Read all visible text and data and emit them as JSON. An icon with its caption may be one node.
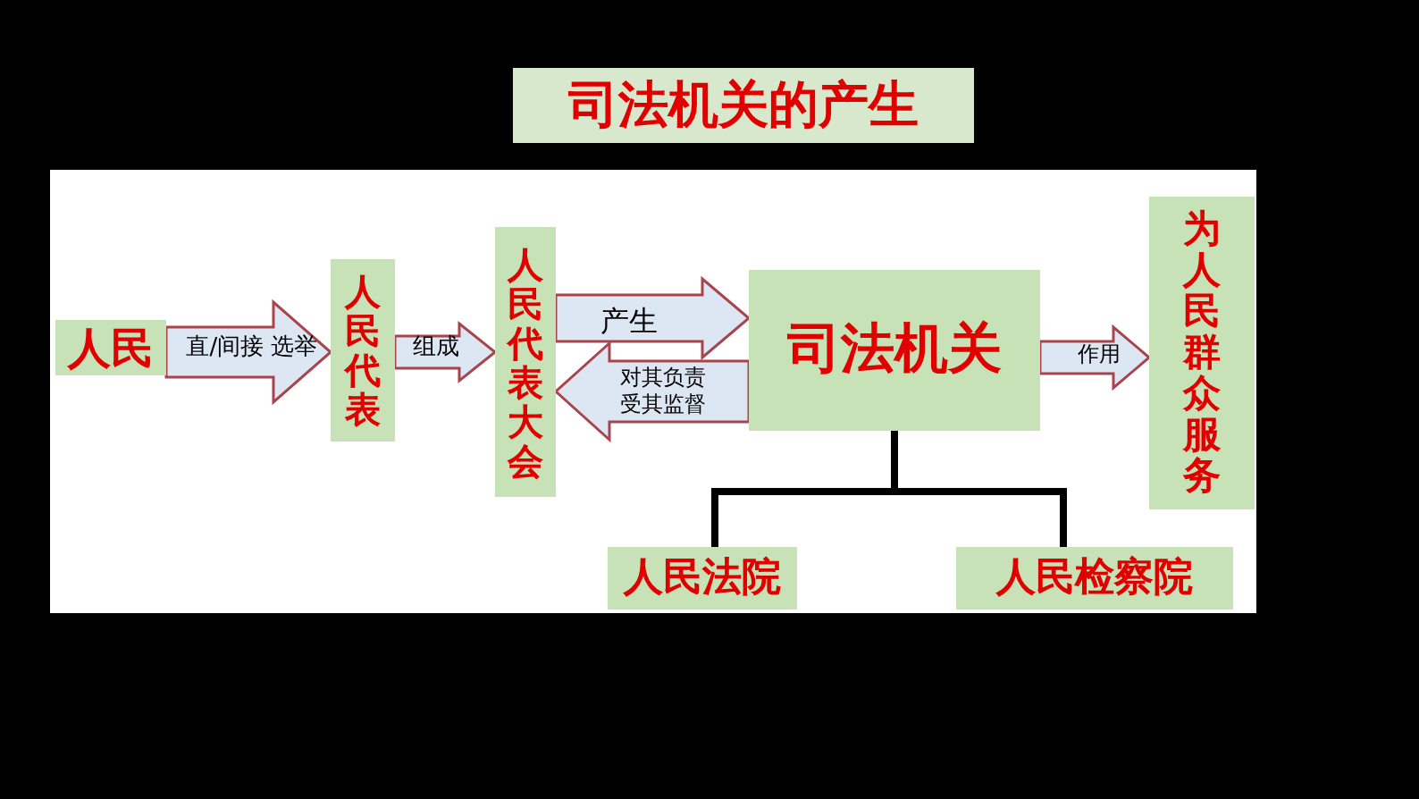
{
  "diagram": {
    "title": "司法机关的产生",
    "nodes": [
      {
        "text": [
          "人民"
        ]
      },
      {
        "text": [
          "人民代表"
        ]
      },
      {
        "text": [
          "人民代表大会"
        ]
      },
      {
        "text": [
          "司法机关"
        ]
      },
      {
        "text": [
          "为人民群众服务"
        ]
      },
      {
        "text": [
          "人民法院"
        ]
      },
      {
        "text": [
          "人民检察院"
        ]
      }
    ],
    "edges": [
      {
        "from": 0,
        "to": 1,
        "arrow": "to",
        "label": "直/间接 选举"
      },
      {
        "from": 1,
        "to": 2,
        "arrow": "to",
        "label": "组成"
      },
      {
        "from": 2,
        "to": 3,
        "arrow": "to",
        "label": "产生"
      },
      {
        "from": 3,
        "to": 2,
        "arrow": "to",
        "label": "对其负责受其监督"
      },
      {
        "from": 3,
        "to": 4,
        "arrow": "to",
        "label": "作用"
      },
      {
        "from": 3,
        "to": 5,
        "arrow": "none"
      },
      {
        "from": 3,
        "to": 6,
        "arrow": "none"
      }
    ]
  }
}
